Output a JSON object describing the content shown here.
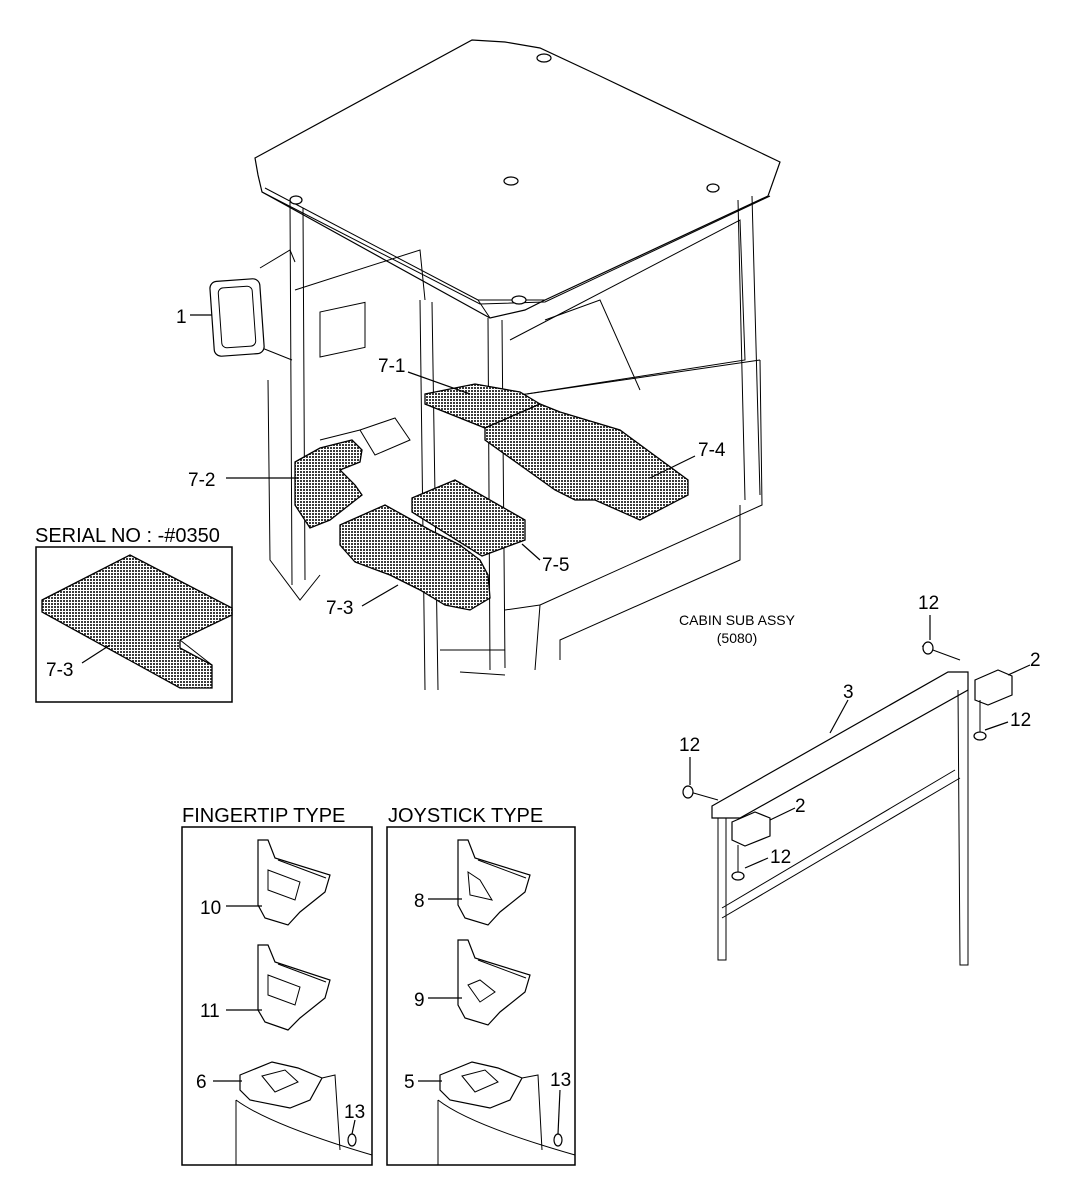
{
  "diagram": {
    "serial_note": "SERIAL NO : -#0350",
    "cabin_label": "CABIN SUB ASSY",
    "cabin_code": "(5080)",
    "panels": {
      "fingertip": "FINGERTIP TYPE",
      "joystick": "JOYSTICK TYPE"
    },
    "callouts": {
      "c1": "1",
      "c7_1": "7-1",
      "c7_2": "7-2",
      "c7_3": "7-3",
      "c7_4": "7-4",
      "c7_5": "7-5",
      "c7_3_inset": "7-3",
      "c12_top": "12",
      "c2_top": "2",
      "c12_right": "12",
      "c3": "3",
      "c12_left": "12",
      "c2_mid": "2",
      "c12_mid": "12",
      "c10": "10",
      "c11": "11",
      "c6": "6",
      "c13_left": "13",
      "c8": "8",
      "c9": "9",
      "c5": "5",
      "c13_right": "13"
    }
  }
}
